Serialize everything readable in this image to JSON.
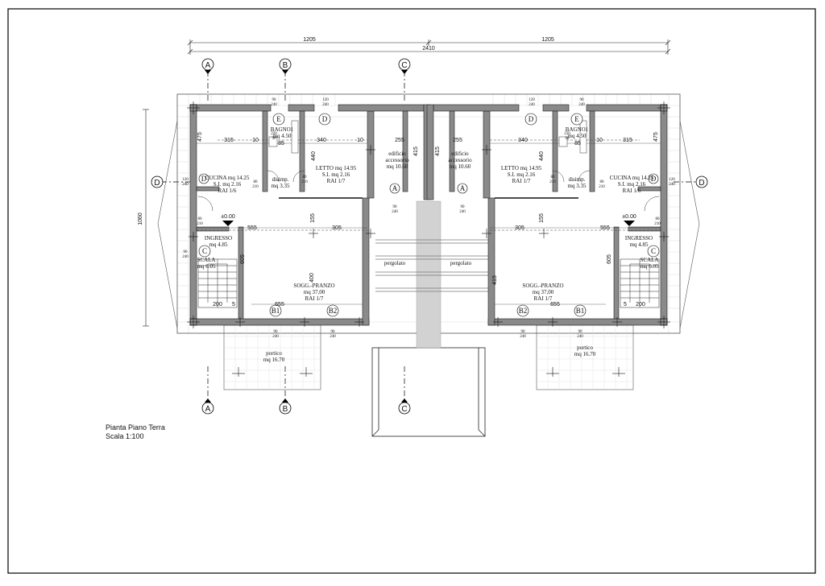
{
  "title": {
    "line1": "Pianta Piano Terra",
    "line2": "Scala 1:100"
  },
  "dims": {
    "half": "1205",
    "total": "2410",
    "height": "1060",
    "horiz": [
      "315",
      "10",
      "340",
      "10",
      "255",
      "255",
      "340",
      "10",
      "315"
    ],
    "misc": [
      "555",
      "305",
      "305",
      "555",
      "155",
      "155",
      "400",
      "415",
      "415",
      "415",
      "440",
      "440",
      "475",
      "475",
      "605",
      "605",
      "655",
      "655",
      "200",
      "200",
      "5",
      "5",
      "85",
      "85"
    ]
  },
  "axis_labels": [
    "A",
    "B",
    "C",
    "D"
  ],
  "marks": {
    "quota": "±0.00",
    "door_a": "80",
    "door_b": "210",
    "win_a": "90",
    "win_b": "240",
    "win_c": "120",
    "win_d": "240",
    "bath_a": "220",
    "bath_b": "90"
  },
  "rooms": {
    "cucina": [
      "CUCINA mq 14.25",
      "S.I. mq 2.16",
      "RAI 1/6"
    ],
    "cucina_r": [
      "CUCINA mq 14.25",
      "S.I. mq 2.16",
      "RAI 1/6"
    ],
    "bagno": [
      "BAGNO1",
      "mq 4.50"
    ],
    "letto": [
      "LETTO mq 14.95",
      "S.I. mq 2.16",
      "RAI 1/7"
    ],
    "disimp": [
      "disimp.",
      "mq 3.35"
    ],
    "ingresso": [
      "INGRESSO",
      "mq 4.85"
    ],
    "scala": [
      "SCALA",
      "mq 6.05"
    ],
    "sogg": [
      "SOGG.-PRANZO",
      "mq 37,00",
      "RAI 1/7"
    ],
    "edificio": [
      "edificio",
      "accessorio",
      "mq 10.60"
    ],
    "pergolato": "pergolato",
    "portico": [
      "portico",
      "mq 16.70"
    ]
  },
  "wall_tags": {
    "a": "A",
    "b1": "B1",
    "b2": "B2",
    "c": "C",
    "d": "D",
    "e": "E"
  }
}
